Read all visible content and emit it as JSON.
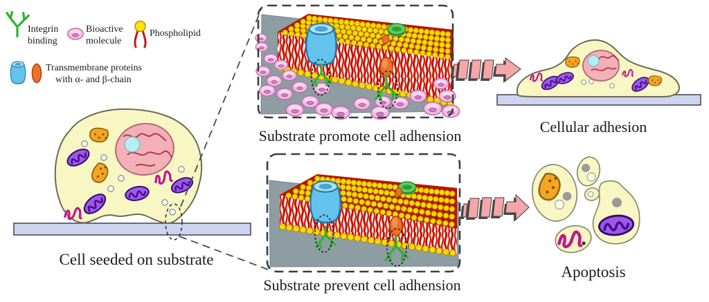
{
  "figure": {
    "type": "cell-adhesion-schematic",
    "background": "#ffffff"
  },
  "legend": {
    "integrin_line1": "Integrin",
    "integrin_line2": "binding",
    "bioactive_line1": "Bioactive",
    "bioactive_line2": "molecule",
    "phospholipid_label": "Phospholipid",
    "transmembrane_line1": "Transmembrane proteins",
    "transmembrane_line2": "with α- and β-chain"
  },
  "labels": {
    "cell_seeded": "Cell seeded on substrate",
    "promote": "Substrate promote cell adhension",
    "prevent": "Substrate prevent cell adhension",
    "cellular_adhesion": "Cellular adhesion",
    "apoptosis": "Apoptosis"
  },
  "icons": {
    "integrin": "integrin-y-icon",
    "bioactive": "bioactive-molecule-donut-icon",
    "phospholipid": "phospholipid-head-tail-icon",
    "alpha_chain": "alpha-chain-barrel-icon",
    "beta_chain": "beta-chain-oval-icon",
    "arrow": "pink-segmented-arrow-icon"
  },
  "colors": {
    "cell_fill": "#f8f6c3",
    "cell_outline": "#6b6b55",
    "nucleus_pink": "#f4b0b8",
    "nucleolus_cyan": "#b6ecf4",
    "mitochondria_purple": "#a158e8",
    "organelle_orange": "#f7a420",
    "squiggle_magenta": "#c2188c",
    "substrate_bar": "#cdd4ef",
    "substrate_plane_gray": "#8d9da2",
    "lipid_head_yellow": "#ffd900",
    "lipid_tail_red": "#c41200",
    "protein_blue": "#63c3ed",
    "protein_green": "#5fca5f",
    "protein_orange": "#ef7028",
    "bioactive_pink": "#f3b9e3",
    "integrin_green": "#2db32d",
    "arrow_pink": "#f4a6a8"
  }
}
